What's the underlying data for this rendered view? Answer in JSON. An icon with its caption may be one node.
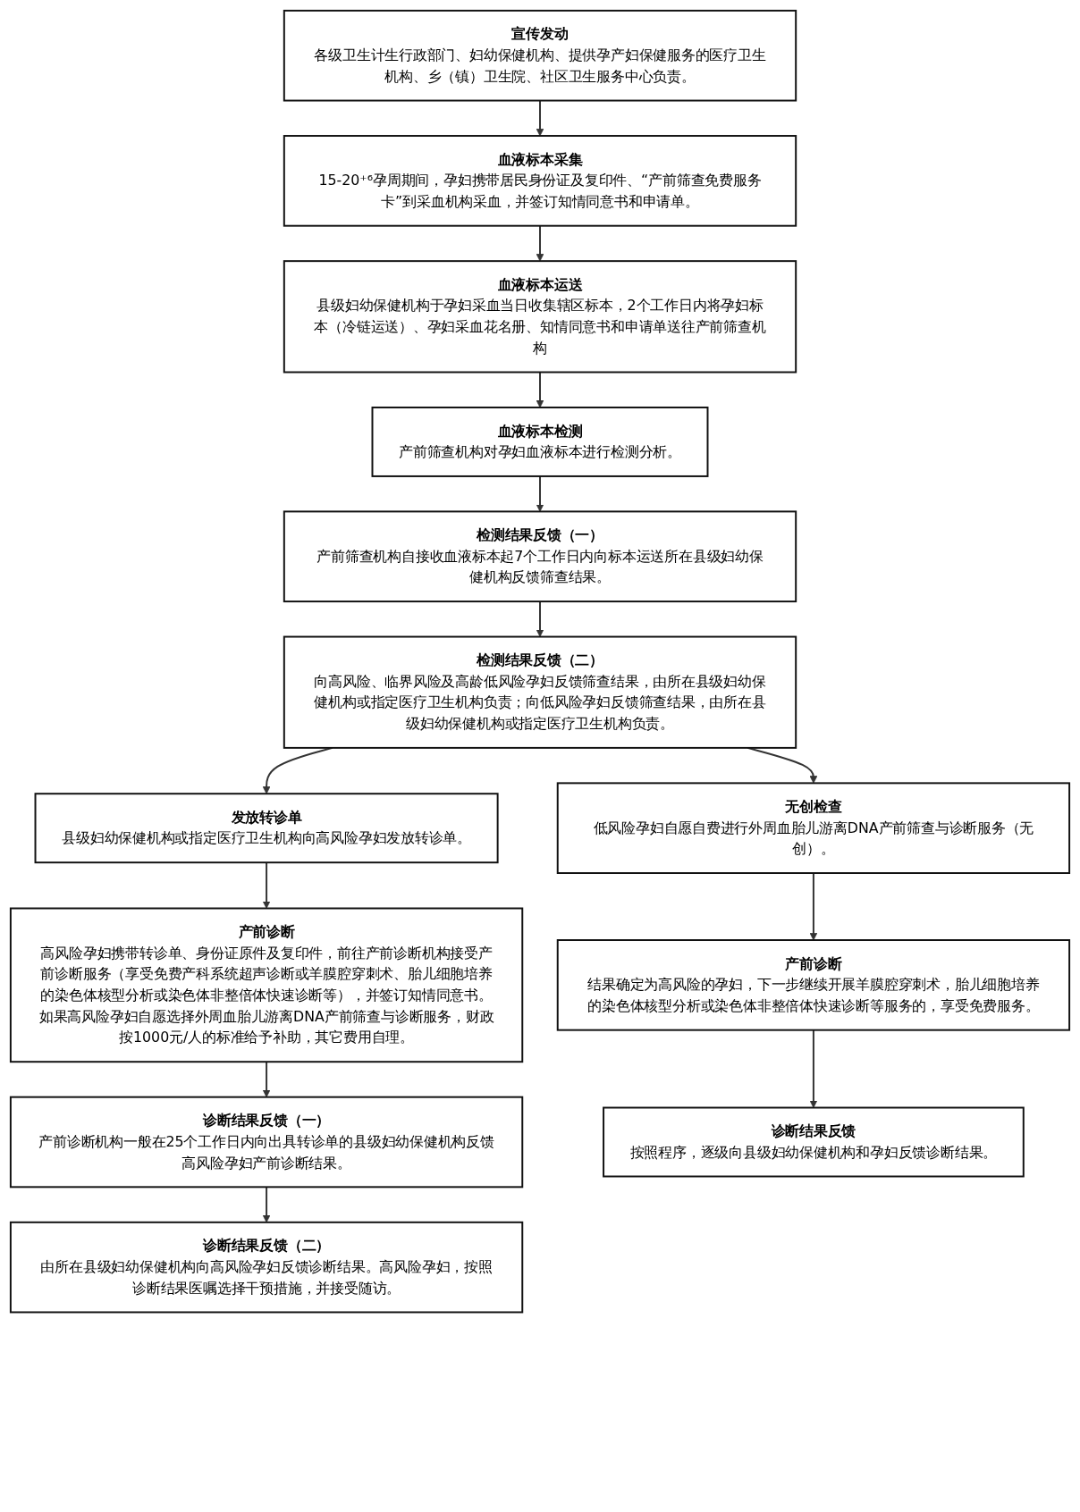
{
  "diagram": {
    "nodes": [
      {
        "text": [
          "宣传发动",
          "各级卫生计生行政部门、妇幼保健机构、提供孕产妇保健服务的医疗卫生机构、乡（镇）卫生院、社区卫生服务中心负责。"
        ]
      },
      {
        "text": [
          "血液标本采集",
          "15-20⁺⁶孕周期间，孕妇携带居民身份证及复印件、“产前筛查免费服务卡”到采血机构采血，并签订知情同意书和申请单。"
        ]
      },
      {
        "text": [
          "血液标本运送",
          "县级妇幼保健机构于孕妇采血当日收集辖区标本，2个工作日内将孕妇标本（冷链运送）、孕妇采血花名册、知情同意书和申请单送往产前筛查机构"
        ]
      },
      {
        "text": [
          "血液标本检测",
          "产前筛查机构对孕妇血液标本进行检测分析。"
        ]
      },
      {
        "text": [
          "检测结果反馈（一）",
          "产前筛查机构自接收血液标本起7个工作日内向标本运送所在县级妇幼保健机构反馈筛查结果。"
        ]
      },
      {
        "text": [
          "检测结果反馈（二）",
          "向高风险、临界风险及高龄低风险孕妇反馈筛查结果，由所在县级妇幼保健机构或指定医疗卫生机构负责；向低风险孕妇反馈筛查结果，由所在县级妇幼保健机构或指定医疗卫生机构负责。"
        ]
      },
      {
        "text": [
          "发放转诊单",
          "县级妇幼保健机构或指定医疗卫生机构向高风险孕妇发放转诊单。"
        ]
      },
      {
        "text": [
          "无创检查",
          "低风险孕妇自愿自费进行外周血胎儿游离DNA产前筛查与诊断服务（无创）。"
        ]
      },
      {
        "text": [
          "产前诊断",
          "高风险孕妇携带转诊单、身份证原件及复印件，前往产前诊断机构接受产前诊断服务（享受免费产科系统超声诊断或羊膜腔穿刺术、胎儿细胞培养的染色体核型分析或染色体非整倍体快速诊断等），并签订知情同意书。如果高风险孕妇自愿选择外周血胎儿游离DNA产前筛查与诊断服务，财政按1000元/人的标准给予补助，其它费用自理。"
        ]
      },
      {
        "text": [
          "产前诊断",
          "结果确定为高风险的孕妇，下一步继续开展羊膜腔穿刺术，胎儿细胞培养的染色体核型分析或染色体非整倍体快速诊断等服务的，享受免费服务。"
        ]
      },
      {
        "text": [
          "诊断结果反馈（一）",
          "产前诊断机构一般在25个工作日内向出具转诊单的县级妇幼保健机构反馈高风险孕妇产前诊断结果。"
        ]
      },
      {
        "text": [
          "诊断结果反馈",
          "按照程序，逐级向县级妇幼保健机构和孕妇反馈诊断结果。"
        ]
      },
      {
        "text": [
          "诊断结果反馈（二）",
          "由所在县级妇幼保健机构向高风险孕妇反馈诊断结果。高风险孕妇，按照诊断结果医嘱选择干预措施，并接受随访。"
        ]
      }
    ],
    "edges": [
      {
        "from": 0,
        "to": 1,
        "arrow": "to"
      },
      {
        "from": 1,
        "to": 2,
        "arrow": "to"
      },
      {
        "from": 2,
        "to": 3,
        "arrow": "to"
      },
      {
        "from": 3,
        "to": 4,
        "arrow": "to"
      },
      {
        "from": 4,
        "to": 5,
        "arrow": "to"
      },
      {
        "from": 5,
        "to": 6,
        "arrow": "to"
      },
      {
        "from": 5,
        "to": 7,
        "arrow": "to"
      },
      {
        "from": 6,
        "to": 8,
        "arrow": "to"
      },
      {
        "from": 7,
        "to": 9,
        "arrow": "to"
      },
      {
        "from": 8,
        "to": 10,
        "arrow": "to"
      },
      {
        "from": 9,
        "to": 11,
        "arrow": "to"
      },
      {
        "from": 10,
        "to": 12,
        "arrow": "to"
      }
    ]
  }
}
